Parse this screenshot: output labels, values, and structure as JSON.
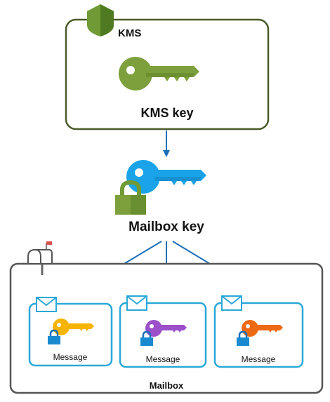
{
  "kms": {
    "label": "KMS",
    "key_label": "KMS key"
  },
  "mailbox_key": {
    "label": "Mailbox key"
  },
  "mailbox": {
    "label": "Mailbox",
    "messages": [
      {
        "label": "Message",
        "key_color": "#f5b400"
      },
      {
        "label": "Message",
        "key_color": "#9b4fc9"
      },
      {
        "label": "Message",
        "key_color": "#ec6a14"
      }
    ]
  },
  "colors": {
    "kms_border": "#4a5a2a",
    "kms_key": "#7da03c",
    "mailbox_key": "#1aa3e8",
    "padlock": "#6f9a35",
    "arrow": "#1a6fb8",
    "message_border": "#2aa8d8",
    "mailbox_border": "#555555"
  },
  "icons": [
    "kms-shield-icon",
    "kms-key-icon",
    "mailbox-key-icon",
    "padlock-icon",
    "mailbox-icon",
    "envelope-icon",
    "message-key-icon"
  ]
}
